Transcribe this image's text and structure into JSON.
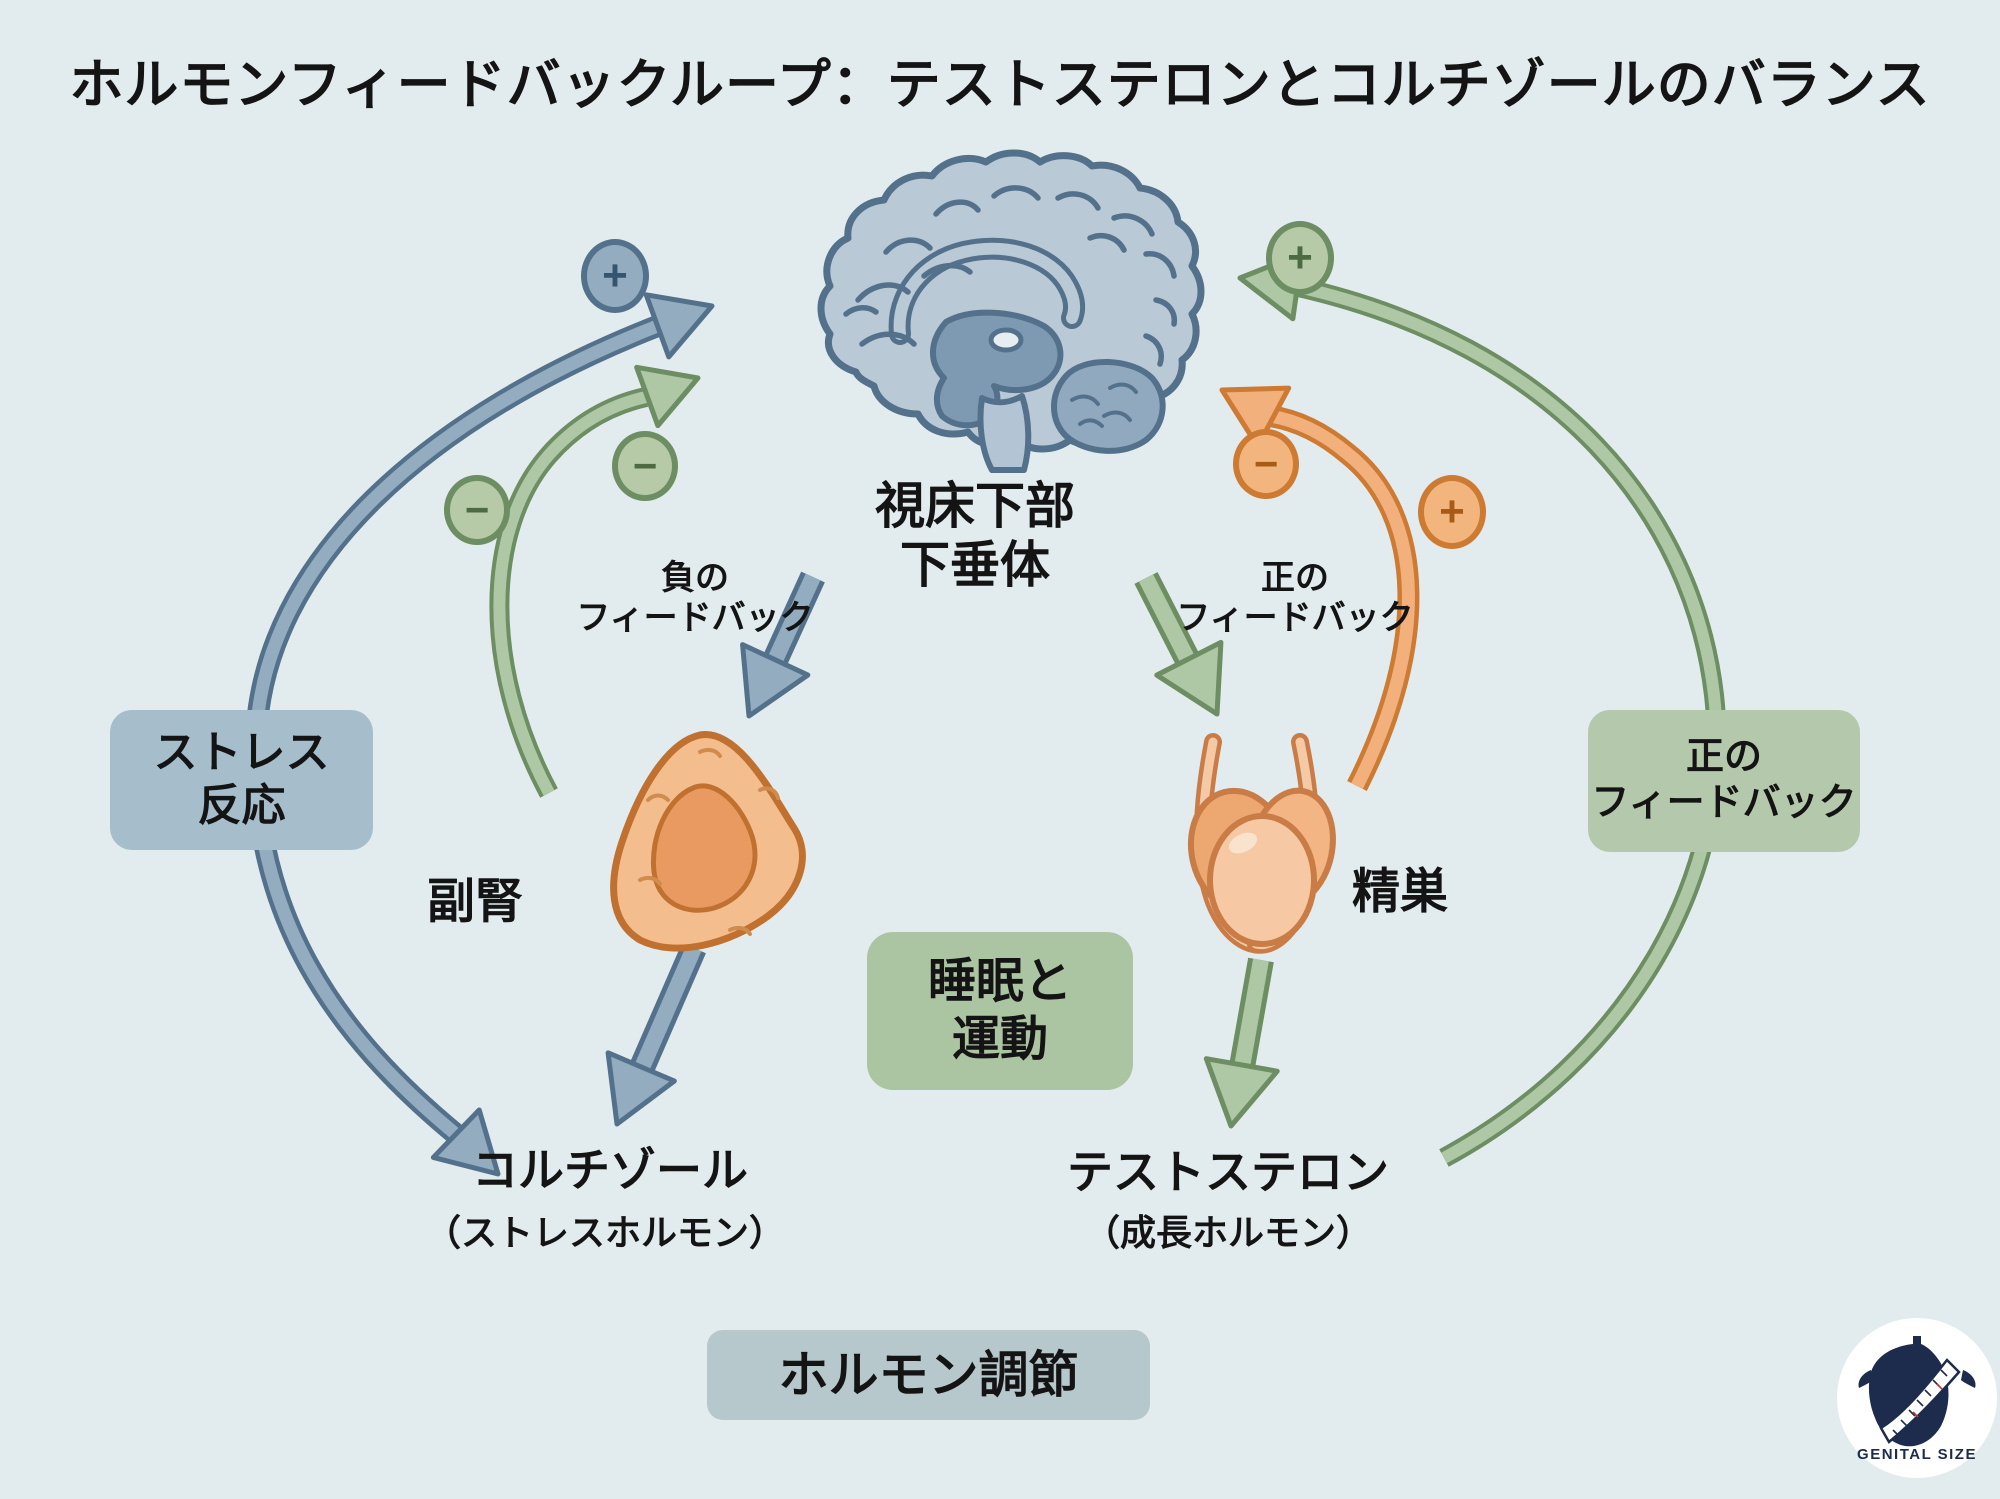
{
  "title": "ホルモンフィードバックループ：テストステロンとコルチゾールのバランス",
  "brain": {
    "label_line1": "視床下部",
    "label_line2": "下垂体"
  },
  "left_loop": {
    "feedback_line1": "負の",
    "feedback_line2": "フィードバック",
    "organ": "副腎",
    "hormone": "コルチゾール",
    "hormone_sub": "（ストレスホルモン）",
    "stress_line1": "ストレス",
    "stress_line2": "反応"
  },
  "right_loop": {
    "feedback_line1": "正の",
    "feedback_line2": "フィードバック",
    "organ": "精巣",
    "hormone": "テストステロン",
    "hormone_sub": "（成長ホルモン）",
    "box_line1": "正の",
    "box_line2": "フィードバック"
  },
  "center": {
    "sleep_line1": "睡眠と",
    "sleep_line2": "運動",
    "regulation": "ホルモン調節"
  },
  "signs": {
    "stress_plus": "+",
    "neg_minus_outer": "−",
    "neg_minus_inner": "−",
    "pos_plus_outer": "+",
    "orange_minus": "−",
    "orange_plus": "+"
  },
  "logo": {
    "text": "GENITAL SIZE"
  },
  "colors": {
    "background": "#e2ecee",
    "blue": "#93acc0",
    "blue_dark": "#54718c",
    "green": "#aec7a5",
    "green_dark": "#6d8d62",
    "orange": "#f2b07c",
    "orange_dark": "#cd7a33",
    "stress_box": "#a6becb",
    "sleep_box": "#abc4a1",
    "feedback_box": "#b4c9ab",
    "regulation_box": "#b7c8cd",
    "brain_fill": "#b9c9d6",
    "organ_fill": "#f4bd8e",
    "logo_navy": "#1d2b4d"
  }
}
